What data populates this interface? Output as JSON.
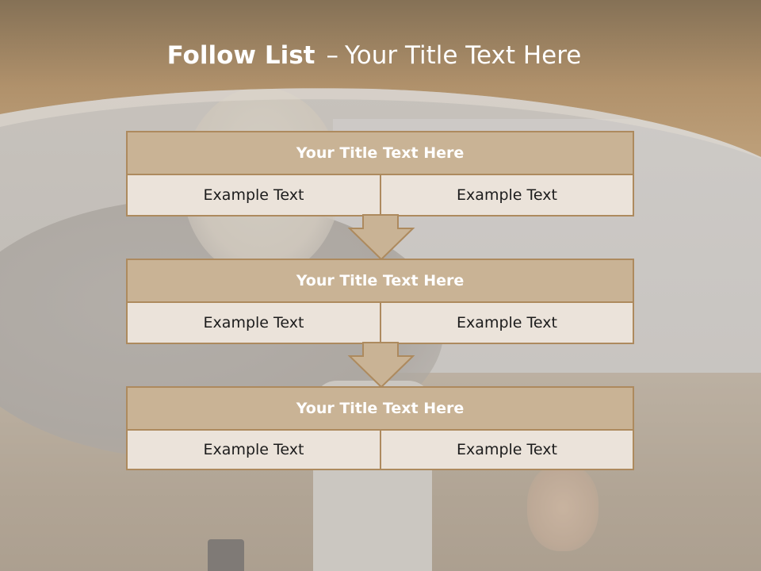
{
  "title": {
    "bold": "Follow List",
    "separator": "–",
    "rest": "Your Title Text Here"
  },
  "colors": {
    "header_band": "#b99c77",
    "block_title_fill": "#c9b395",
    "block_border": "#ad8a5e",
    "cell_fill": "#ebe3da",
    "arrow_fill": "#c9b395"
  },
  "blocks": [
    {
      "title": "Your Title Text Here",
      "cells": [
        "Example Text",
        "Example Text"
      ]
    },
    {
      "title": "Your Title Text Here",
      "cells": [
        "Example Text",
        "Example Text"
      ]
    },
    {
      "title": "Your Title Text Here",
      "cells": [
        "Example Text",
        "Example Text"
      ]
    }
  ],
  "arrows": [
    {
      "icon": "down-arrow-icon"
    },
    {
      "icon": "down-arrow-icon"
    }
  ]
}
